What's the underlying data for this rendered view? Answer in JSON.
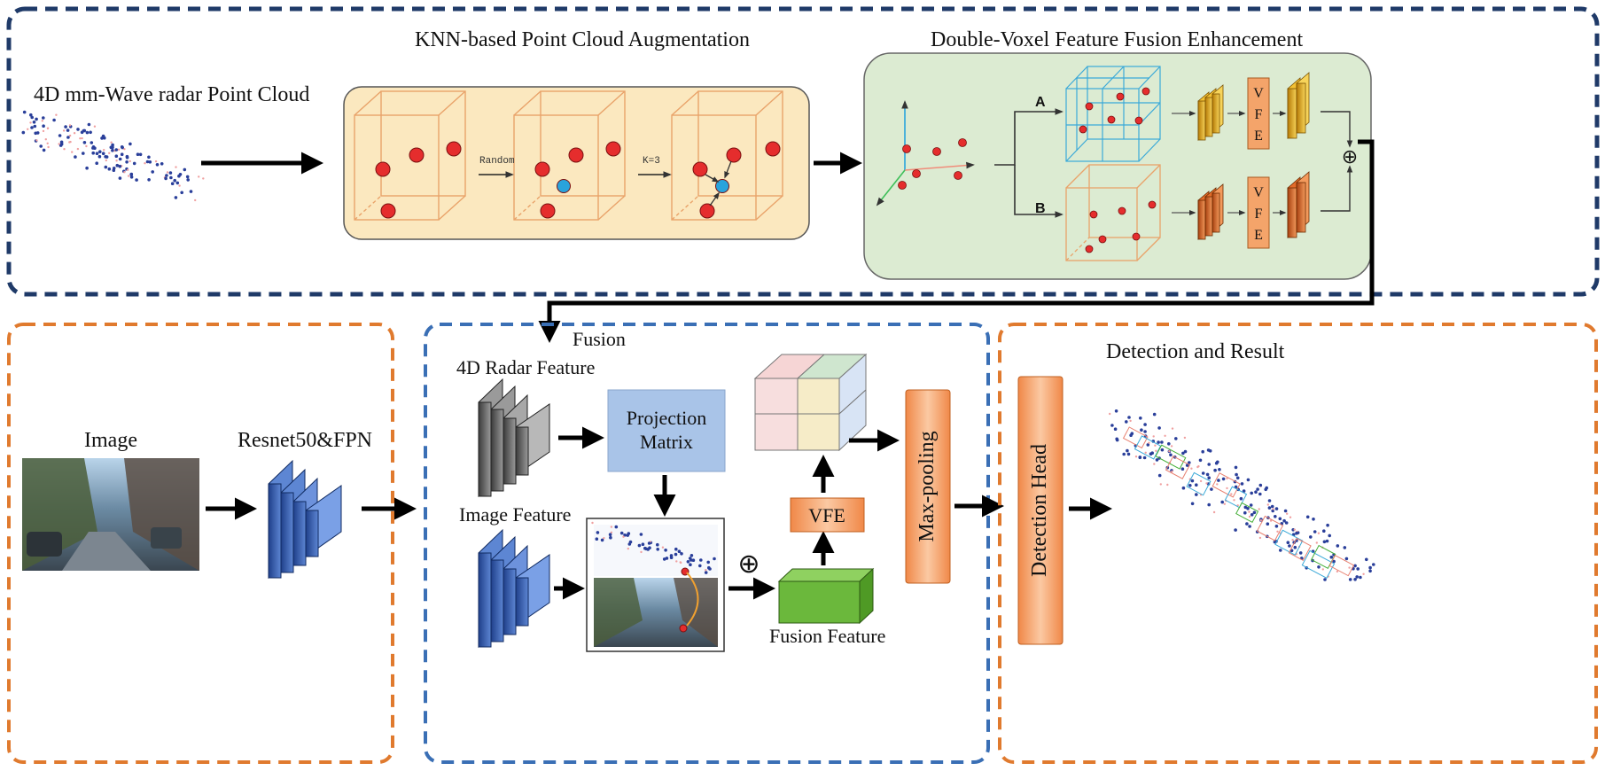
{
  "top_section": {
    "input_label": "4D mm-Wave radar Point Cloud",
    "knn_title": "KNN-based Point Cloud Augmentation",
    "knn_step1_label": "Random",
    "knn_step2_label": "K=3",
    "dv_title": "Double-Voxel Feature Fusion Enhancement",
    "branch_a_label": "A",
    "branch_b_label": "B",
    "vfe_letters_a": [
      "V",
      "F",
      "E"
    ],
    "vfe_letters_b": [
      "V",
      "F",
      "E"
    ],
    "sum_symbol": "⊕"
  },
  "image_section": {
    "image_label": "Image",
    "backbone_label": "Resnet50&FPN"
  },
  "fusion_section": {
    "title": "Fusion",
    "radar_feature_label": "4D Radar Feature",
    "image_feature_label": "Image Feature",
    "projection_label_line1": "Projection",
    "projection_label_line2": "Matrix",
    "sum_symbol": "⊕",
    "vfe_label": "VFE",
    "fusion_feature_label": "Fusion Feature",
    "maxpool_label": "Max-pooling"
  },
  "detection_section": {
    "title": "Detection and Result",
    "head_label": "Detection Head"
  },
  "colors": {
    "top_border": "#1f3a68",
    "orange_border": "#e07a2e",
    "blue_border": "#3a6fb5",
    "knn_panel_fill": "#fbe8bf",
    "dv_panel_fill": "#dcebd2",
    "red_point": "#e52d2d",
    "blue_point": "#29a3dc",
    "projection_fill": "#a9c4e8",
    "vfe_fill": "#f4a46a",
    "fusion_feature_fill": "#6bb83c"
  }
}
